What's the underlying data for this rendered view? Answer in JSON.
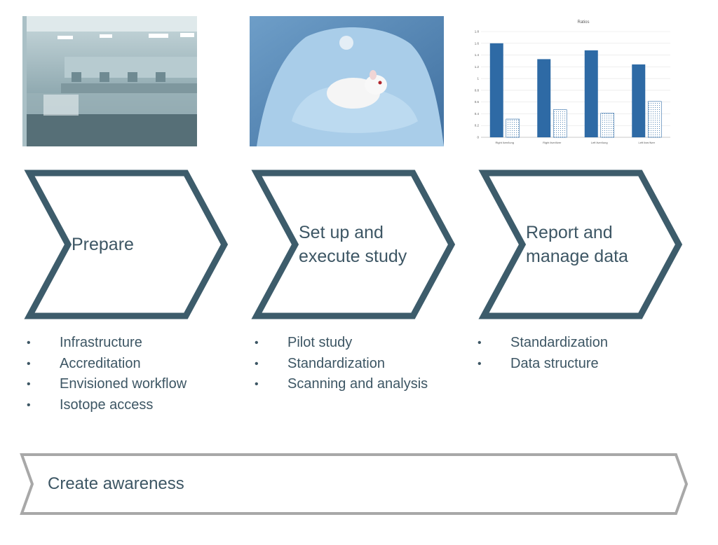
{
  "colors": {
    "accent": "#3d5c6b",
    "text": "#3d5664",
    "awareness_border": "#a8a8a8",
    "bar_fill": "#2e6aa5"
  },
  "images": {
    "lab": {
      "name": "laboratory-room-photo"
    },
    "mouse": {
      "name": "gloved-hands-holding-mouse-photo"
    }
  },
  "steps": [
    {
      "label": "Prepare",
      "bullets": [
        "Infrastructure",
        "Accreditation",
        "Envisioned workflow",
        "Isotope access"
      ]
    },
    {
      "label": "Set up and execute study",
      "bullets": [
        "Pilot study",
        "Standardization",
        "Scanning and analysis"
      ]
    },
    {
      "label": "Report and manage data",
      "bullets": [
        "Standardization",
        "Data structure"
      ]
    }
  ],
  "footer": {
    "label": "Create awareness"
  },
  "chart_data": {
    "type": "bar",
    "title": "Ratios",
    "categories": [
      "Right liver/lung",
      "Right liver/liver",
      "Left liver/lung",
      "Left liver/liver"
    ],
    "series": [
      {
        "values": [
          1.6,
          1.33,
          1.48,
          1.24
        ]
      },
      {
        "values": [
          0.31,
          0.47,
          0.41,
          0.61
        ]
      }
    ],
    "ylim": [
      0,
      1.8
    ],
    "yticks": [
      "0",
      "0.2",
      "0.4",
      "0.6",
      "0.8",
      "1",
      "1.2",
      "1.4",
      "1.6",
      "1.8"
    ],
    "grid": true
  }
}
